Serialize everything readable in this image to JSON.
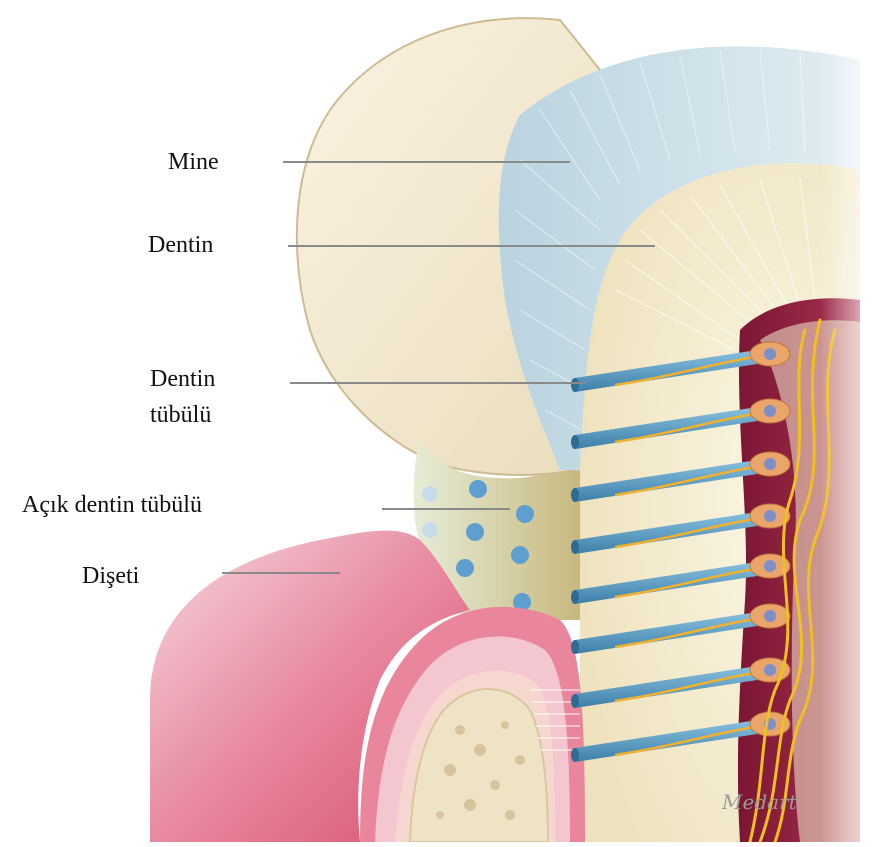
{
  "diagram": {
    "labels": {
      "enamel": "Mine",
      "dentin": "Dentin",
      "dentin_tubule_line1": "Dentin",
      "dentin_tubule_line2": "tübülü",
      "open_dentin_tubule": "Açık dentin tübülü",
      "gingiva": "Dişeti"
    },
    "signature": "Medart",
    "colors": {
      "enamel": "#c9dde6",
      "crown_surface": "#f2e7cf",
      "dentin": "#f4ecd0",
      "gum": "#e07890",
      "pulp": "#8a1f3a",
      "tubule": "#5aa0c8",
      "nerve": "#f0c020",
      "bone": "#e8dcc0"
    }
  }
}
